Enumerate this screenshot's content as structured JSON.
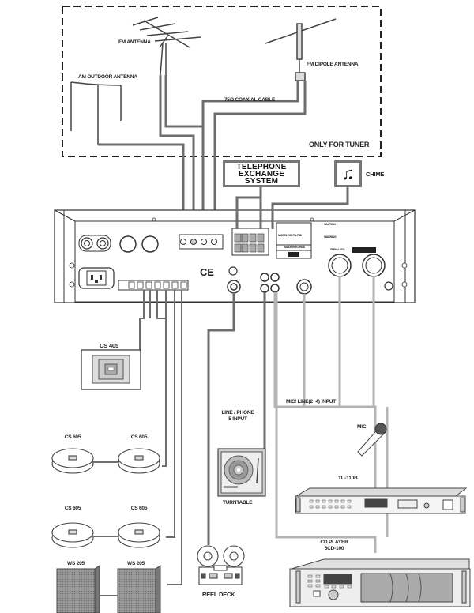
{
  "diagram": {
    "tuner_zone": {
      "caption": "ONLY FOR TUNER",
      "fm_antenna": "FM ANTENNA",
      "am_antenna": "AM OUTDOOR ANTENNA",
      "dipole_antenna": "FM DIPOLE ANTENNA",
      "coax_cable": "75Ω COAXIAL CABLE"
    },
    "telephone": {
      "lines": [
        "TELEPHONE",
        "EXCHANGE",
        "SYSTEM"
      ]
    },
    "chime": {
      "label": "CHIME",
      "icon": "music-note-icon",
      "glyph": "♫"
    },
    "amplifier": {
      "ce_mark": "CE",
      "model_label": "MODEL NO.:TA-P38",
      "made_in": "MADE IN KOREA",
      "serial_label": "SERIAL NO.:",
      "caution_label": "CAUTION",
      "warning_label": "WARNING"
    },
    "inputs": {
      "line_phone": [
        "LINE / PHONE",
        "5 INPUT"
      ],
      "mic_line": "MIC/ LINE(2~4) INPUT"
    },
    "devices": {
      "cs405": "CS 405",
      "cs605_a": "CS 605",
      "cs605_b": "CS 605",
      "cs605_c": "CS 605",
      "cs605_d": "CS 605",
      "ws205_a": "WS 205",
      "ws205_b": "WS 205",
      "turntable": "TURNTABLE",
      "reel_deck": "REEL DECK",
      "mic": "MIC",
      "tuner": "TU-110B",
      "cd_player": [
        "CD PLAYER",
        "6CD-100"
      ]
    },
    "colors": {
      "cable_dark": "#6e6e6e",
      "cable_light": "#b4b4b4",
      "line": "#333333",
      "panel_fill": "#ffffff"
    }
  }
}
